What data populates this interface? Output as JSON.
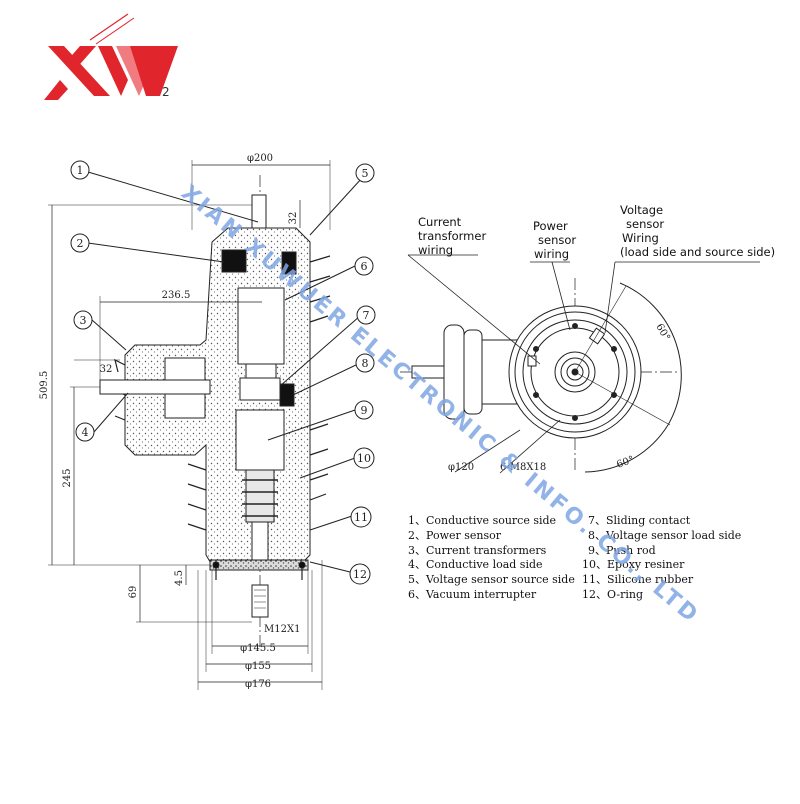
{
  "logo": {
    "subscript": "2",
    "colors": {
      "primary": "#e0262c",
      "secondary": "#f07b80"
    }
  },
  "watermark": {
    "text": "XIAN XUWUER ELECTRONIC & INFO. CO., LTD",
    "color": "#7fa6e3"
  },
  "side_view": {
    "dimensions": {
      "top_dia": "φ200",
      "top_h": "32",
      "branch_len": "236.5",
      "branch_tip": "32",
      "total_h": "509.5",
      "lower_h": "245",
      "base_h": "69",
      "base_small": "4.5",
      "thread": "M12X1",
      "dia_1": "φ145.5",
      "dia_2": "φ155",
      "dia_3": "φ176"
    },
    "callouts": [
      "1",
      "2",
      "3",
      "4",
      "5",
      "6",
      "7",
      "8",
      "9",
      "10",
      "11",
      "12"
    ]
  },
  "top_view": {
    "labels": {
      "ct_1": "Current",
      "ct_2": "transformer",
      "ct_3": "wiring",
      "ps_1": "Power",
      "ps_2": "sensor",
      "ps_3": "wiring",
      "vs_1": "Voltage",
      "vs_2": "sensor",
      "vs_3": "Wiring",
      "vs_4": "(load side and source side)"
    },
    "dimensions": {
      "dia": "φ120",
      "holes": "6-M8X18",
      "angle_a": "60°",
      "angle_b": "60°"
    }
  },
  "legend": {
    "left": [
      "1、Conductive source side",
      "2、Power sensor",
      "3、Current transformers",
      "4、Conductive load side",
      "5、Voltage sensor source side",
      "6、Vacuum interrupter"
    ],
    "right": [
      "7、Sliding contact",
      "8、Voltage sensor load side",
      "9、Push rod",
      "10、Epoxy resiner",
      "11、Silicone rubber",
      "12、O-ring"
    ]
  }
}
